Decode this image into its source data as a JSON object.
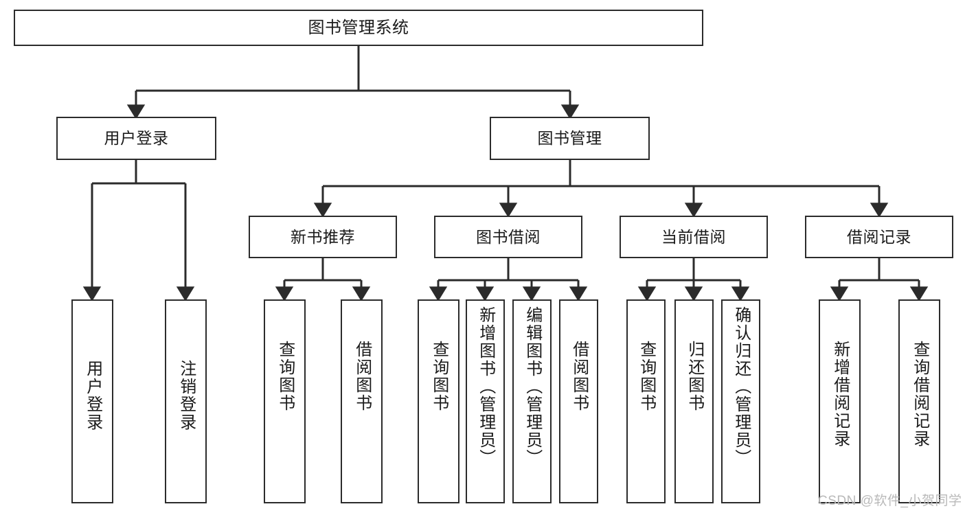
{
  "diagram": {
    "title": "图书管理系统",
    "levels": {
      "root": {
        "label": "图书管理系统"
      },
      "level2": [
        {
          "label": "用户登录"
        },
        {
          "label": "图书管理"
        }
      ],
      "level3": [
        {
          "label": "新书推荐"
        },
        {
          "label": "图书借阅"
        },
        {
          "label": "当前借阅"
        },
        {
          "label": "借阅记录"
        }
      ],
      "leaves": {
        "user_login": [
          {
            "label": "用户登录"
          },
          {
            "label": "注销登录"
          }
        ],
        "new_book_recommend": [
          {
            "label": "查询图书"
          },
          {
            "label": "借阅图书"
          }
        ],
        "book_borrow": [
          {
            "label": "查询图书"
          },
          {
            "label": "新增图书（管理员）"
          },
          {
            "label": "编辑图书（管理员）"
          },
          {
            "label": "借阅图书"
          }
        ],
        "current_borrow": [
          {
            "label": "查询图书"
          },
          {
            "label": "归还图书"
          },
          {
            "label": "确认归还（管理员）"
          }
        ],
        "borrow_record": [
          {
            "label": "新增借阅记录"
          },
          {
            "label": "查询借阅记录"
          }
        ]
      }
    },
    "colors": {
      "stroke": "#2b2b2b",
      "fill": "#ffffff",
      "text": "#1a1a1a",
      "watermark": "#b9b9b9"
    },
    "watermark": "CSDN @软件_小贺同学"
  }
}
